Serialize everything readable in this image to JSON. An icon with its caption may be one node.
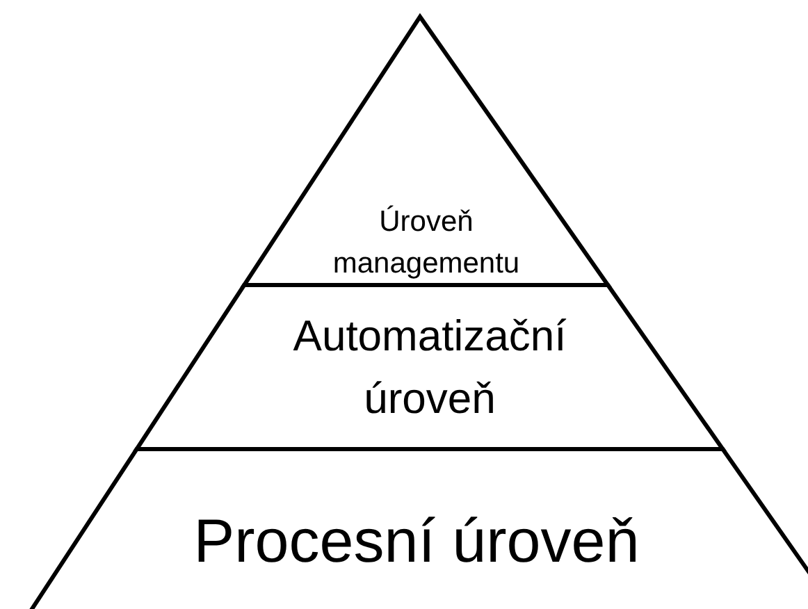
{
  "diagram": {
    "nodes": [
      {
        "text": [
          "Úroveň managementu"
        ]
      },
      {
        "text": [
          "Automatizační úroveň"
        ]
      },
      {
        "text": [
          "Procesní úroveň"
        ]
      }
    ]
  }
}
